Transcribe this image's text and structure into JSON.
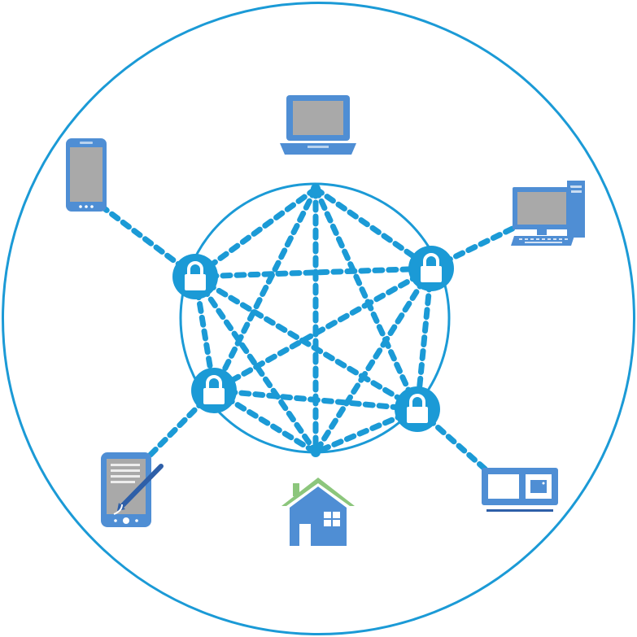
{
  "diagram": {
    "outer_ring": "network-boundary",
    "inner_ring": "secure-mesh",
    "colors": {
      "ring": "#1b9ad6",
      "link": "#1b9ad6",
      "device": "#4f8ed4",
      "screen": "#a9a9a9",
      "roof": "#8cc67c"
    },
    "locks": [
      {
        "id": "lock-top-left",
        "icon": "lock-icon"
      },
      {
        "id": "lock-top-right",
        "icon": "lock-icon"
      },
      {
        "id": "lock-bottom-left",
        "icon": "lock-icon"
      },
      {
        "id": "lock-bottom-right",
        "icon": "lock-icon"
      }
    ],
    "devices": [
      {
        "id": "laptop",
        "icon": "laptop-icon"
      },
      {
        "id": "smartphone",
        "icon": "smartphone-icon"
      },
      {
        "id": "desktop-computer",
        "icon": "desktop-computer-icon"
      },
      {
        "id": "tablet-with-stylus",
        "icon": "tablet-stylus-icon"
      },
      {
        "id": "home",
        "icon": "house-icon"
      },
      {
        "id": "media-device",
        "icon": "media-device-icon"
      }
    ]
  }
}
